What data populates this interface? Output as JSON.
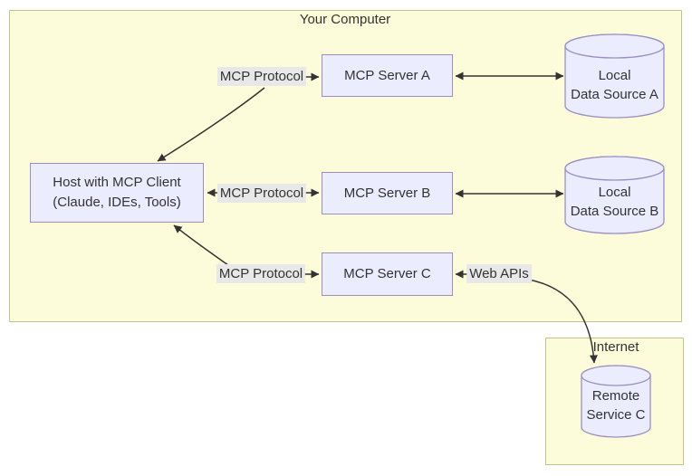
{
  "diagram_type": "flowchart",
  "clusters": {
    "your_computer": {
      "label": "Your Computer"
    },
    "internet": {
      "label": "Internet"
    }
  },
  "nodes": {
    "host": {
      "line1": "Host with MCP Client",
      "line2": "(Claude, IDEs, Tools)"
    },
    "server_a": {
      "label": "MCP Server A"
    },
    "server_b": {
      "label": "MCP Server B"
    },
    "server_c": {
      "label": "MCP Server C"
    },
    "data_source_a": {
      "line1": "Local",
      "line2": "Data Source A"
    },
    "data_source_b": {
      "line1": "Local",
      "line2": "Data Source B"
    },
    "remote_service_c": {
      "line1": "Remote",
      "line2": "Service C"
    }
  },
  "edge_labels": {
    "protocol_a": "MCP Protocol",
    "protocol_b": "MCP Protocol",
    "protocol_c": "MCP Protocol",
    "web_apis": "Web APIs"
  },
  "colors": {
    "cluster_fill": "#fcfcda",
    "cluster_border": "#c2c28f",
    "node_fill": "#ececff",
    "node_border": "#9c8ec4",
    "edge": "#333333",
    "edge_label_bg": "#e8e8e8",
    "text": "#333333"
  }
}
